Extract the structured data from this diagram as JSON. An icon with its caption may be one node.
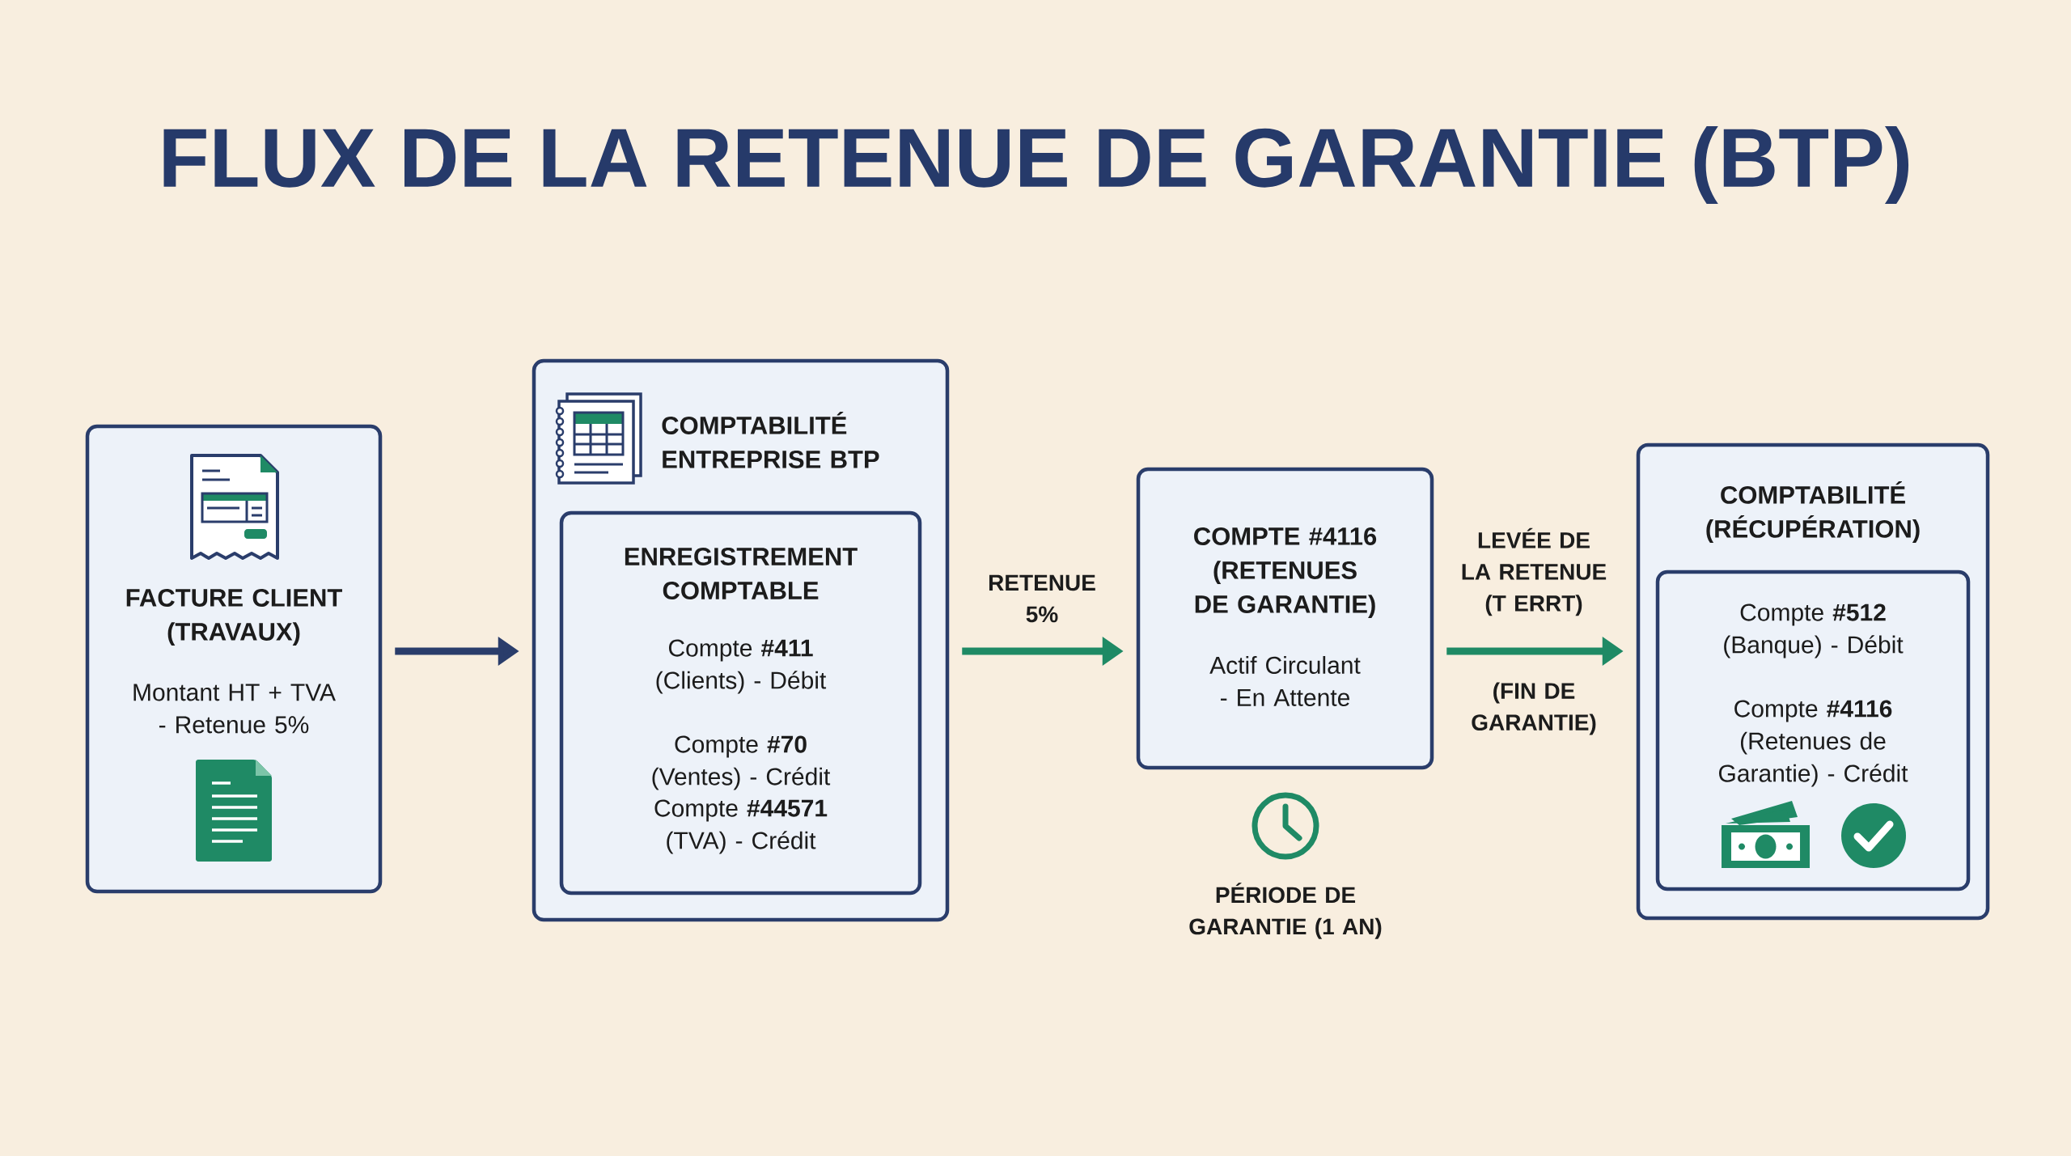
{
  "diagram": {
    "title": "FLUX DE LA RETENUE DE GARANTIE (BTP)",
    "nodes": [
      {
        "text": [
          "FACTURE CLIENT (TRAVAUX)",
          "Montant HT + TVA - Retenue 5%"
        ]
      },
      {
        "text": [
          "COMPTABILITÉ ENTREPRISE BTP"
        ]
      },
      {
        "text": [
          "ENREGISTREMENT COMPTABLE",
          "Compte **#411** (Clients) - Débit",
          "Compte **#70** (Ventes) - Crédit",
          "Compte **#44571** (TVA) - Crédit"
        ],
        "in": 1
      },
      {
        "text": [
          "COMPTE #4116 (RETENUES DE GARANTIE)",
          "Actif Circulant - En Attente"
        ]
      },
      {
        "text": [
          "COMPTABILITÉ (RÉCUPÉRATION)"
        ]
      },
      {
        "text": [
          "Compte **#512** (Banque) - Débit",
          "Compte **#4116** (Retenues de Garantie) - Crédit"
        ],
        "in": 4
      }
    ],
    "edges": [
      {
        "from": 0,
        "to": 1,
        "arrow": "to",
        "color": "#2a3d6b"
      },
      {
        "from": 1,
        "to": 3,
        "arrow": "to",
        "label": "RETENUE 5%"
      },
      {
        "from": 3,
        "to": 4,
        "arrow": "to",
        "label": "LEVÉE DE LA RETENUE (T ERRT)"
      }
    ],
    "labels": [
      "(FIN DE GARANTIE)",
      "PÉRIODE DE GARANTIE (1 AN)"
    ]
  }
}
